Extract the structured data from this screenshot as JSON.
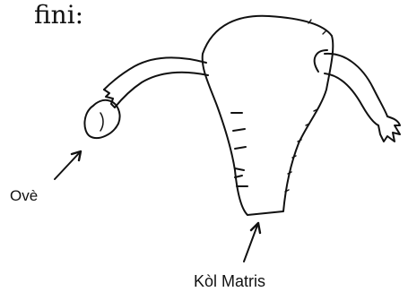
{
  "heading": "fini:",
  "labels": {
    "ovary": "Ovè",
    "cervix": "Kòl Matris"
  },
  "colors": {
    "ink": "#111111",
    "background": "#ffffff"
  }
}
